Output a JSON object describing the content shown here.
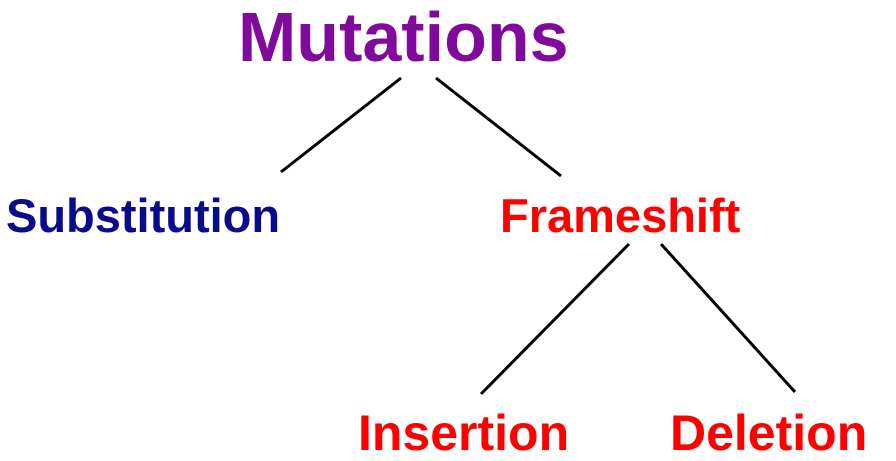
{
  "diagram": {
    "root": {
      "label": "Mutations",
      "color": "#7f0a9c"
    },
    "substitution": {
      "label": "Substitution",
      "color": "#0a0a8c"
    },
    "frameshift": {
      "label": "Frameshift",
      "color": "#ff0000"
    },
    "insertion": {
      "label": "Insertion",
      "color": "#ff0000"
    },
    "deletion": {
      "label": "Deletion",
      "color": "#ff0000"
    },
    "line_color": "#000000"
  }
}
